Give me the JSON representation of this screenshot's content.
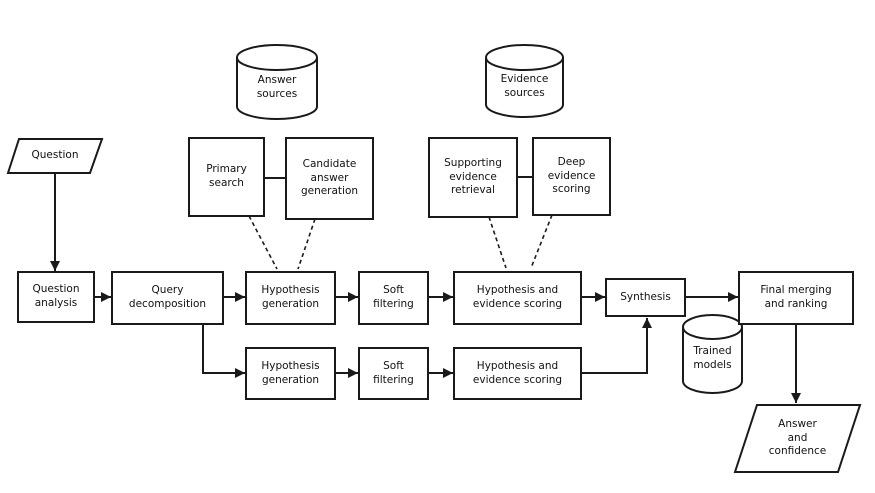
{
  "diagram": {
    "colors": {
      "stroke": "#1a1a1a",
      "background": "#ffffff",
      "text": "#111111"
    },
    "nodes": {
      "question": {
        "label": "Question",
        "shape": "parallelogram"
      },
      "answer_sources": {
        "label": "Answer\nsources",
        "shape": "cylinder"
      },
      "evidence_sources": {
        "label": "Evidence\nsources",
        "shape": "cylinder"
      },
      "primary_search": {
        "label": "Primary\nsearch",
        "shape": "rect"
      },
      "candidate_answer_generation": {
        "label": "Candidate\nanswer\ngeneration",
        "shape": "rect"
      },
      "supporting_evidence_retrieval": {
        "label": "Supporting\nevidence\nretrieval",
        "shape": "rect"
      },
      "deep_evidence_scoring": {
        "label": "Deep\nevidence\nscoring",
        "shape": "rect"
      },
      "question_analysis": {
        "label": "Question\nanalysis",
        "shape": "rect"
      },
      "query_decomposition": {
        "label": "Query\ndecomposition",
        "shape": "rect"
      },
      "hypothesis_generation_top": {
        "label": "Hypothesis\ngeneration",
        "shape": "rect"
      },
      "soft_filtering_top": {
        "label": "Soft\nfiltering",
        "shape": "rect"
      },
      "hypothesis_evidence_scoring_top": {
        "label": "Hypothesis and\nevidence scoring",
        "shape": "rect"
      },
      "hypothesis_generation_bottom": {
        "label": "Hypothesis\ngeneration",
        "shape": "rect"
      },
      "soft_filtering_bottom": {
        "label": "Soft\nfiltering",
        "shape": "rect"
      },
      "hypothesis_evidence_scoring_bottom": {
        "label": "Hypothesis and\nevidence scoring",
        "shape": "rect"
      },
      "synthesis": {
        "label": "Synthesis",
        "shape": "rect"
      },
      "trained_models": {
        "label": "Trained\nmodels",
        "shape": "cylinder"
      },
      "final_merging_ranking": {
        "label": "Final merging\nand ranking",
        "shape": "rect"
      },
      "answer_confidence": {
        "label": "Answer\nand\nconfidence",
        "shape": "parallelogram"
      }
    },
    "edges": [
      {
        "from": "question",
        "to": "question_analysis",
        "style": "arrow"
      },
      {
        "from": "question_analysis",
        "to": "query_decomposition",
        "style": "arrow"
      },
      {
        "from": "query_decomposition",
        "to": "hypothesis_generation_top",
        "style": "arrow"
      },
      {
        "from": "query_decomposition",
        "to": "hypothesis_generation_bottom",
        "style": "arrow"
      },
      {
        "from": "hypothesis_generation_top",
        "to": "soft_filtering_top",
        "style": "arrow"
      },
      {
        "from": "soft_filtering_top",
        "to": "hypothesis_evidence_scoring_top",
        "style": "arrow"
      },
      {
        "from": "hypothesis_evidence_scoring_top",
        "to": "synthesis",
        "style": "arrow"
      },
      {
        "from": "hypothesis_generation_bottom",
        "to": "soft_filtering_bottom",
        "style": "arrow"
      },
      {
        "from": "soft_filtering_bottom",
        "to": "hypothesis_evidence_scoring_bottom",
        "style": "arrow"
      },
      {
        "from": "hypothesis_evidence_scoring_bottom",
        "to": "synthesis",
        "style": "arrow"
      },
      {
        "from": "synthesis",
        "to": "final_merging_ranking",
        "style": "arrow"
      },
      {
        "from": "final_merging_ranking",
        "to": "answer_confidence",
        "style": "arrow"
      },
      {
        "from": "primary_search",
        "to": "candidate_answer_generation",
        "style": "line"
      },
      {
        "from": "supporting_evidence_retrieval",
        "to": "deep_evidence_scoring",
        "style": "line"
      },
      {
        "from": "primary_search",
        "to": "hypothesis_generation_top",
        "style": "dashed"
      },
      {
        "from": "candidate_answer_generation",
        "to": "hypothesis_generation_top",
        "style": "dashed"
      },
      {
        "from": "supporting_evidence_retrieval",
        "to": "hypothesis_evidence_scoring_top",
        "style": "dashed"
      },
      {
        "from": "deep_evidence_scoring",
        "to": "hypothesis_evidence_scoring_top",
        "style": "dashed"
      }
    ]
  }
}
